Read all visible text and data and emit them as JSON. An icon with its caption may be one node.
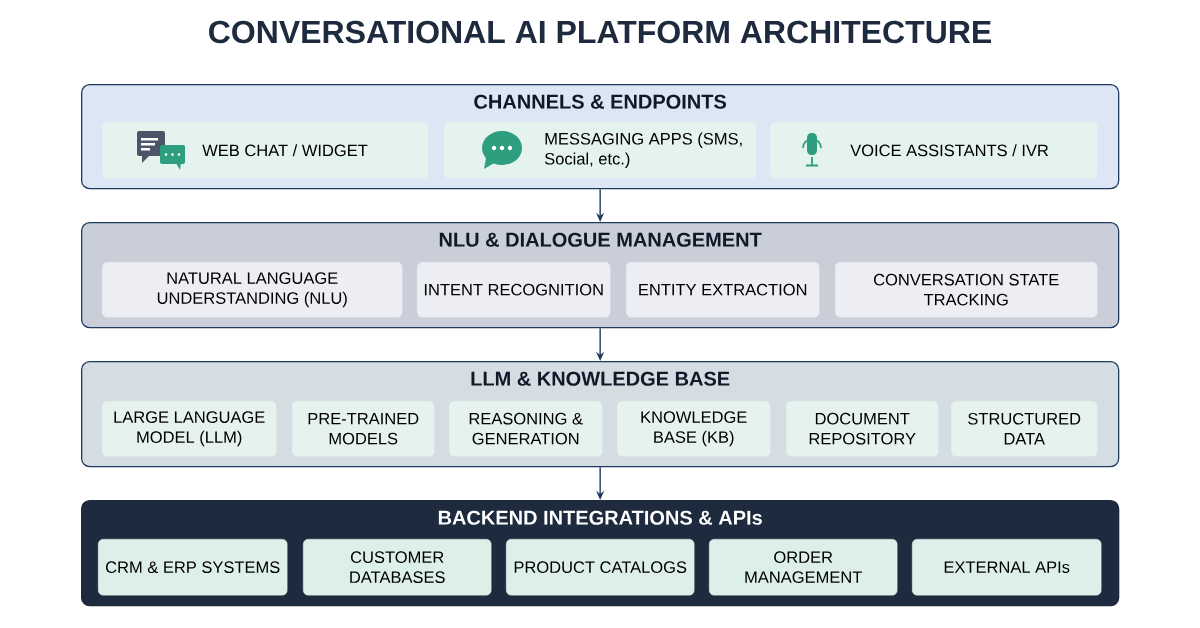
{
  "diagram": {
    "title": "CONVERSATIONAL AI PLATFORM ARCHITECTURE",
    "nodes": [
      {
        "text": [
          "CHANNELS & ENDPOINTS"
        ]
      },
      {
        "text": [
          "WEB CHAT / WIDGET"
        ],
        "in": 0
      },
      {
        "text": [
          "MESSAGING APPS (SMS, Social, etc.)"
        ],
        "in": 0
      },
      {
        "text": [
          "VOICE ASSISTANTS / IVR"
        ],
        "in": 0
      },
      {
        "text": [
          "NLU & DIALOGUE MANAGEMENT"
        ]
      },
      {
        "text": [
          "NATURAL LANGUAGE UNDERSTANDING (NLU)"
        ],
        "in": 4
      },
      {
        "text": [
          "INTENT RECOGNITION"
        ],
        "in": 4
      },
      {
        "text": [
          "ENTITY EXTRACTION"
        ],
        "in": 4
      },
      {
        "text": [
          "CONVERSATION STATE TRACKING"
        ],
        "in": 4
      },
      {
        "text": [
          "LLM & KNOWLEDGE BASE"
        ]
      },
      {
        "text": [
          "LARGE LANGUAGE MODEL (LLM)"
        ],
        "in": 9
      },
      {
        "text": [
          "PRE-TRAINED MODELS"
        ],
        "in": 9
      },
      {
        "text": [
          "REASONING & GENERATION"
        ],
        "in": 9
      },
      {
        "text": [
          "KNOWLEDGE BASE (KB)"
        ],
        "in": 9
      },
      {
        "text": [
          "DOCUMENT REPOSITORY"
        ],
        "in": 9
      },
      {
        "text": [
          "STRUCTURED DATA"
        ],
        "in": 9
      },
      {
        "text": [
          "BACKEND INTEGRATIONS & APIs"
        ]
      },
      {
        "text": [
          "CRM & ERP SYSTEMS"
        ],
        "in": 16
      },
      {
        "text": [
          "CUSTOMER DATABASES"
        ],
        "in": 16
      },
      {
        "text": [
          "PRODUCT CATALOGS"
        ],
        "in": 16
      },
      {
        "text": [
          "ORDER MANAGEMENT"
        ],
        "in": 16
      },
      {
        "text": [
          "EXTERNAL APIs"
        ],
        "in": 16
      }
    ],
    "edges": [
      {
        "from": 0,
        "to": 4,
        "arrow": "to"
      },
      {
        "from": 4,
        "to": 9,
        "arrow": "to"
      },
      {
        "from": 9,
        "to": 16,
        "arrow": "to"
      }
    ]
  }
}
